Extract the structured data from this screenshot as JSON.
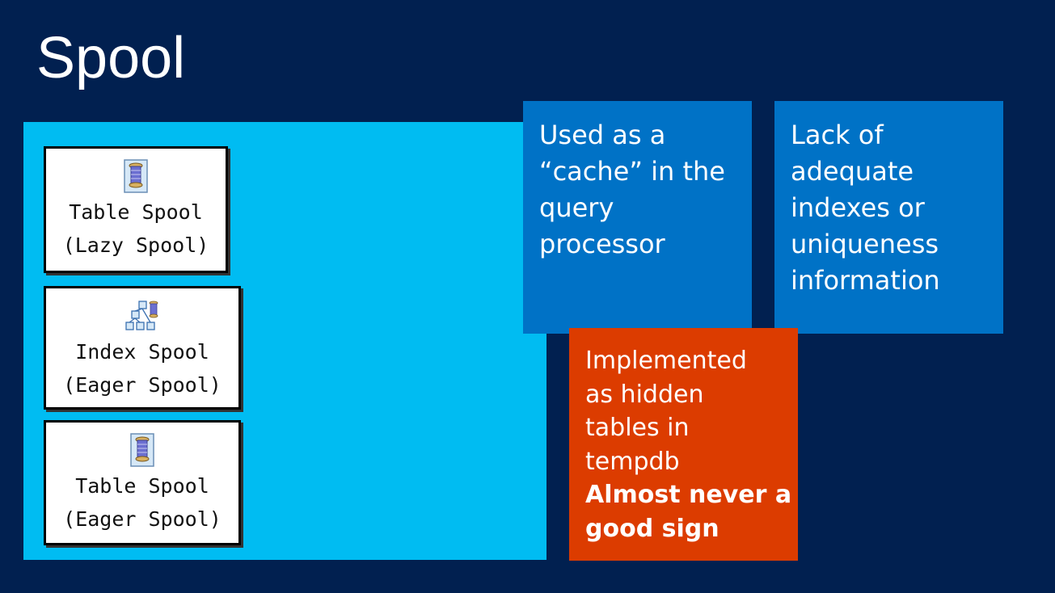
{
  "slide": {
    "title": "Spool"
  },
  "operators": [
    {
      "icon": "table-spool-icon",
      "line1": "Table Spool",
      "line2": "(Lazy Spool)"
    },
    {
      "icon": "index-spool-icon",
      "line1": "Index Spool",
      "line2": "(Eager Spool)"
    },
    {
      "icon": "table-spool-icon",
      "line1": "Table Spool",
      "line2": "(Eager Spool)"
    }
  ],
  "tiles": {
    "cache": {
      "lines": [
        "Used as a",
        "“cache” in the",
        "query",
        "processor"
      ],
      "color": "#0072c6"
    },
    "indexes": {
      "lines": [
        "Lack of",
        "adequate",
        "indexes or",
        "uniqueness",
        "information"
      ],
      "color": "#0072c6"
    },
    "tempdb": {
      "lines": [
        "Implemented",
        "as hidden",
        "tables in",
        "tempdb"
      ],
      "bold_lines": [
        "Almost never a",
        "good sign"
      ],
      "color": "#dc3c00"
    }
  },
  "colors": {
    "background": "#012050",
    "panel": "#00bcf2"
  }
}
